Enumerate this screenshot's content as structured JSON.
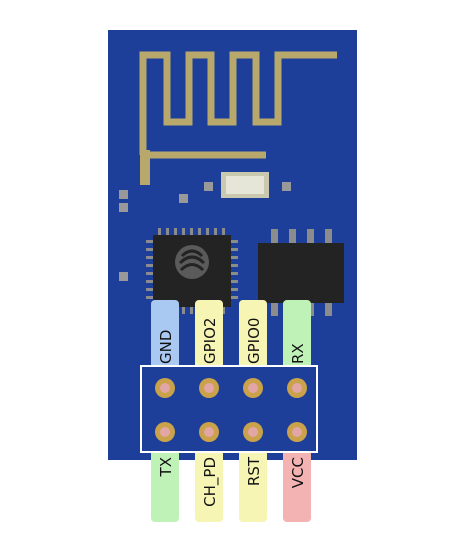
{
  "colors": {
    "pcb": "#1d3f9a",
    "pcb_edge": "#17327e",
    "antenna": "#b8a86c",
    "chip": "#232323",
    "chip_pin": "#8c8c8c",
    "header_outline": "#ffffff",
    "pad_ring": "#c9a24a",
    "pad_hole": "#e2a6a6",
    "tab_blue": "#a9c9f2",
    "tab_yellow": "#f6f5b4",
    "tab_green": "#bff2b7",
    "tab_red": "#f4b3b3"
  },
  "pins_top": [
    {
      "label": "GND",
      "color": "tab_blue"
    },
    {
      "label": "GPIO2",
      "color": "tab_yellow"
    },
    {
      "label": "GPIO0",
      "color": "tab_yellow"
    },
    {
      "label": "RX",
      "color": "tab_green"
    }
  ],
  "pins_bottom": [
    {
      "label": "TX",
      "color": "tab_green"
    },
    {
      "label": "CH_PD",
      "color": "tab_yellow"
    },
    {
      "label": "RST",
      "color": "tab_yellow"
    },
    {
      "label": "VCC",
      "color": "tab_red"
    }
  ]
}
